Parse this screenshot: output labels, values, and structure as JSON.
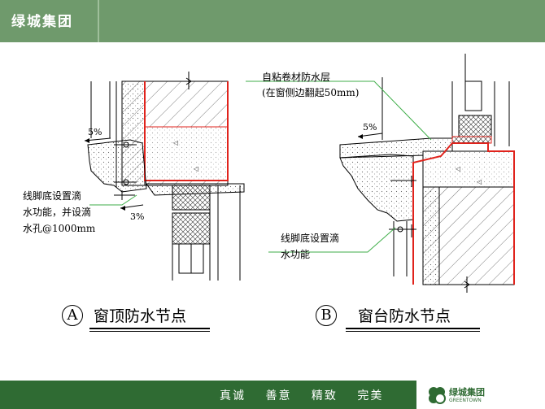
{
  "header": {
    "brand": "绿城集团"
  },
  "footer": {
    "slogans": [
      "真诚",
      "善意",
      "精致",
      "完美"
    ],
    "logo_cn": "绿城集团",
    "logo_en": "GREENTOWN"
  },
  "diagram_a": {
    "marker": "A",
    "title": "窗顶防水节点",
    "slope_top": "5%",
    "slope_bottom": "3%",
    "note_lines": [
      "线脚底设置滴",
      "水功能，并设滴",
      "水孔@1000mm"
    ]
  },
  "diagram_b": {
    "marker": "B",
    "title": "窗台防水节点",
    "slope": "5%",
    "membrane_lines": [
      "自粘卷材防水层",
      "(在窗侧边翻起50mm)"
    ],
    "note_lines": [
      "线脚底设置滴",
      "水功能"
    ]
  },
  "colors": {
    "header_green": "#6f9a6c",
    "footer_green": "#2f6b33",
    "waterproof_red": "#e0231c",
    "leader_green": "#3fae49"
  }
}
